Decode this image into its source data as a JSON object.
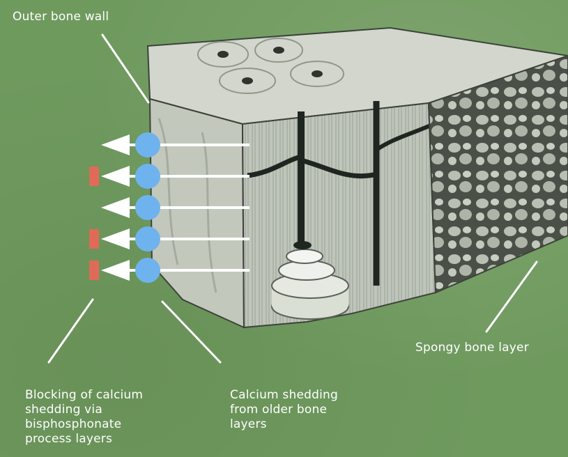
{
  "labels": {
    "outer_wall": "Outer bone wall",
    "spongy_layer": "Spongy bone layer",
    "blocking": "Blocking of calcium\nshedding via\nbisphosphonate\nprocess layers",
    "calcium_shedding": "Calcium shedding\nfrom older bone\nlayers"
  },
  "release_rows": [
    {
      "blocked": false
    },
    {
      "blocked": true
    },
    {
      "blocked": false
    },
    {
      "blocked": true
    },
    {
      "blocked": true
    }
  ],
  "colors": {
    "background": "#6f9a5e",
    "calcium_dot": "#6fb3ee",
    "blocker": "#e06a58",
    "arrow": "#ffffff",
    "leader_line": "#ffffff"
  }
}
